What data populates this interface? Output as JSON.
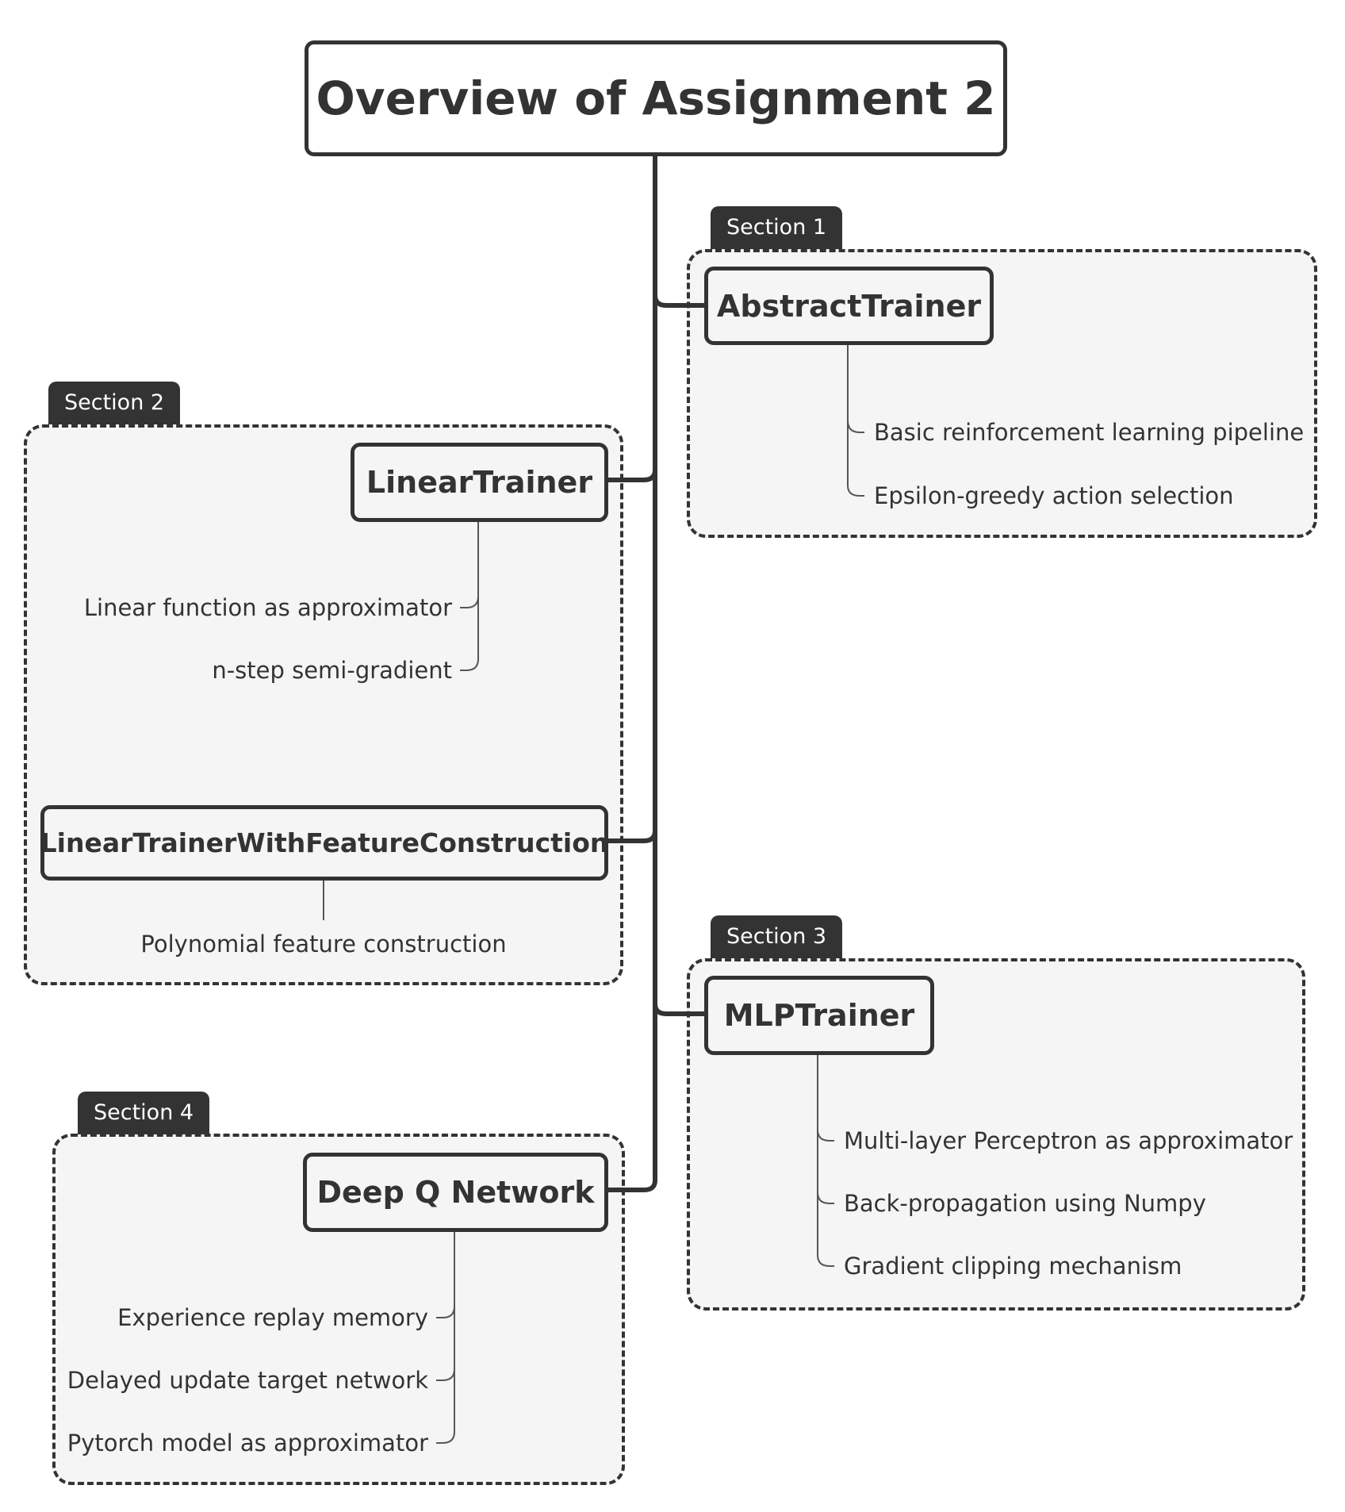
{
  "root": {
    "title": "Overview of Assignment 2"
  },
  "sections": [
    {
      "tab": "Section 1",
      "node": "AbstractTrainer",
      "leaves": [
        "Basic reinforcement learning pipeline",
        "Epsilon-greedy action selection"
      ]
    },
    {
      "tab": "Section 2",
      "nodes": [
        {
          "label": "LinearTrainer",
          "leaves": [
            "Linear function as approximator",
            "n-step semi-gradient"
          ]
        },
        {
          "label": "LinearTrainerWithFeatureConstruction",
          "leaves": [
            "Polynomial feature construction"
          ]
        }
      ]
    },
    {
      "tab": "Section 3",
      "node": "MLPTrainer",
      "leaves": [
        "Multi-layer Perceptron as approximator",
        "Back-propagation using Numpy",
        "Gradient clipping mechanism"
      ]
    },
    {
      "tab": "Section 4",
      "node": "Deep Q Network",
      "leaves": [
        "Experience replay memory",
        "Delayed update target network",
        "Pytorch model as approximator"
      ]
    }
  ],
  "colors": {
    "stroke": "#333333",
    "group_fill": "#f5f5f5",
    "tab_fill": "#333333",
    "background": "#ffffff"
  }
}
